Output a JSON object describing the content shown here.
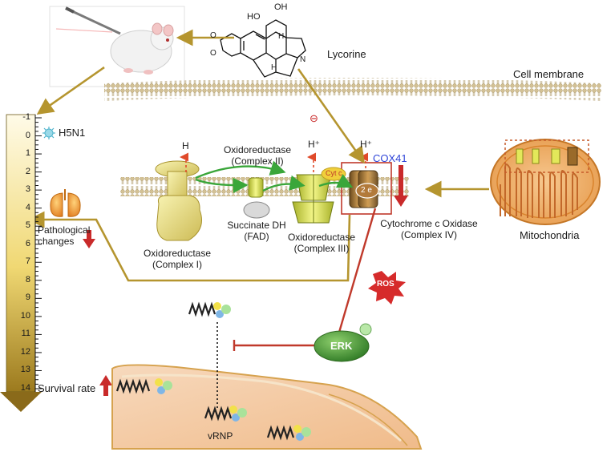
{
  "labels": {
    "lycorine": "Lycorine",
    "cell_membrane": "Cell membrane",
    "virus": "H5N1",
    "pathological_1": "Pathological",
    "pathological_2": "changes",
    "survival_rate": "Survival rate",
    "complex2_1": "Oxidoreductase",
    "complex2_2": "(Complex II)",
    "complex1_1": "Oxidoreductase",
    "complex1_2": "(Complex I)",
    "succinate_1": "Succinate DH",
    "succinate_2": "(FAD)",
    "complex3_1": "Oxidoreductase",
    "complex3_2": "(Complex III)",
    "complex4_1": "Cytochrome c Oxidase",
    "complex4_2": "(Complex IV)",
    "cox41": "COX41",
    "cytc": "Cyt c",
    "two_e": "2 e",
    "h_plain": "H",
    "h_plus_1": "H⁺",
    "h_plus_2": "H⁺",
    "minus_sign": "⊖",
    "ros": "ROS",
    "erk": "ERK",
    "vrnp": "vRNP",
    "mitochondria": "Mitochondria",
    "lycorine_ho": "HO",
    "lycorine_oh": "OH",
    "lycorine_h1": "H",
    "lycorine_h2": "H",
    "lycorine_o1": "O",
    "lycorine_o2": "O",
    "lycorine_n": "N"
  },
  "scale": [
    "-1",
    "0",
    "1",
    "2",
    "3",
    "4",
    "5",
    "6",
    "7",
    "8",
    "9",
    "10",
    "11",
    "12",
    "13",
    "14"
  ],
  "colors": {
    "gold_arrow": "#b5952f",
    "red": "#c92a2a",
    "green_arrow": "#3aa63a",
    "complex_yellow": "#e3e85a",
    "membrane": "#c9b58a",
    "cell_fill": "#f3c9a3",
    "erk_green": "#4f9a3a"
  }
}
